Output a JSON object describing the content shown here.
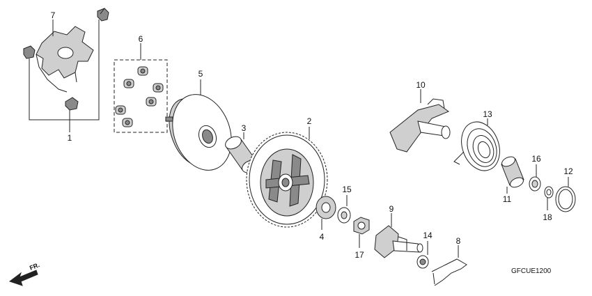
{
  "callouts": [
    {
      "id": "1",
      "label": "1"
    },
    {
      "id": "2",
      "label": "2"
    },
    {
      "id": "3",
      "label": "3"
    },
    {
      "id": "4",
      "label": "4"
    },
    {
      "id": "5",
      "label": "5"
    },
    {
      "id": "6",
      "label": "6"
    },
    {
      "id": "7",
      "label": "7"
    },
    {
      "id": "8",
      "label": "8"
    },
    {
      "id": "9",
      "label": "9"
    },
    {
      "id": "10",
      "label": "10"
    },
    {
      "id": "11",
      "label": "11"
    },
    {
      "id": "12",
      "label": "12"
    },
    {
      "id": "13",
      "label": "13"
    },
    {
      "id": "14",
      "label": "14"
    },
    {
      "id": "15",
      "label": "15"
    },
    {
      "id": "16",
      "label": "16"
    },
    {
      "id": "17",
      "label": "17"
    },
    {
      "id": "18",
      "label": "18"
    }
  ],
  "direction_label": "FR.",
  "diagram_code": "GFCUE1200",
  "colors": {
    "line": "#222222",
    "shade": "#cfcfcf",
    "dark": "#8a8a8a"
  }
}
